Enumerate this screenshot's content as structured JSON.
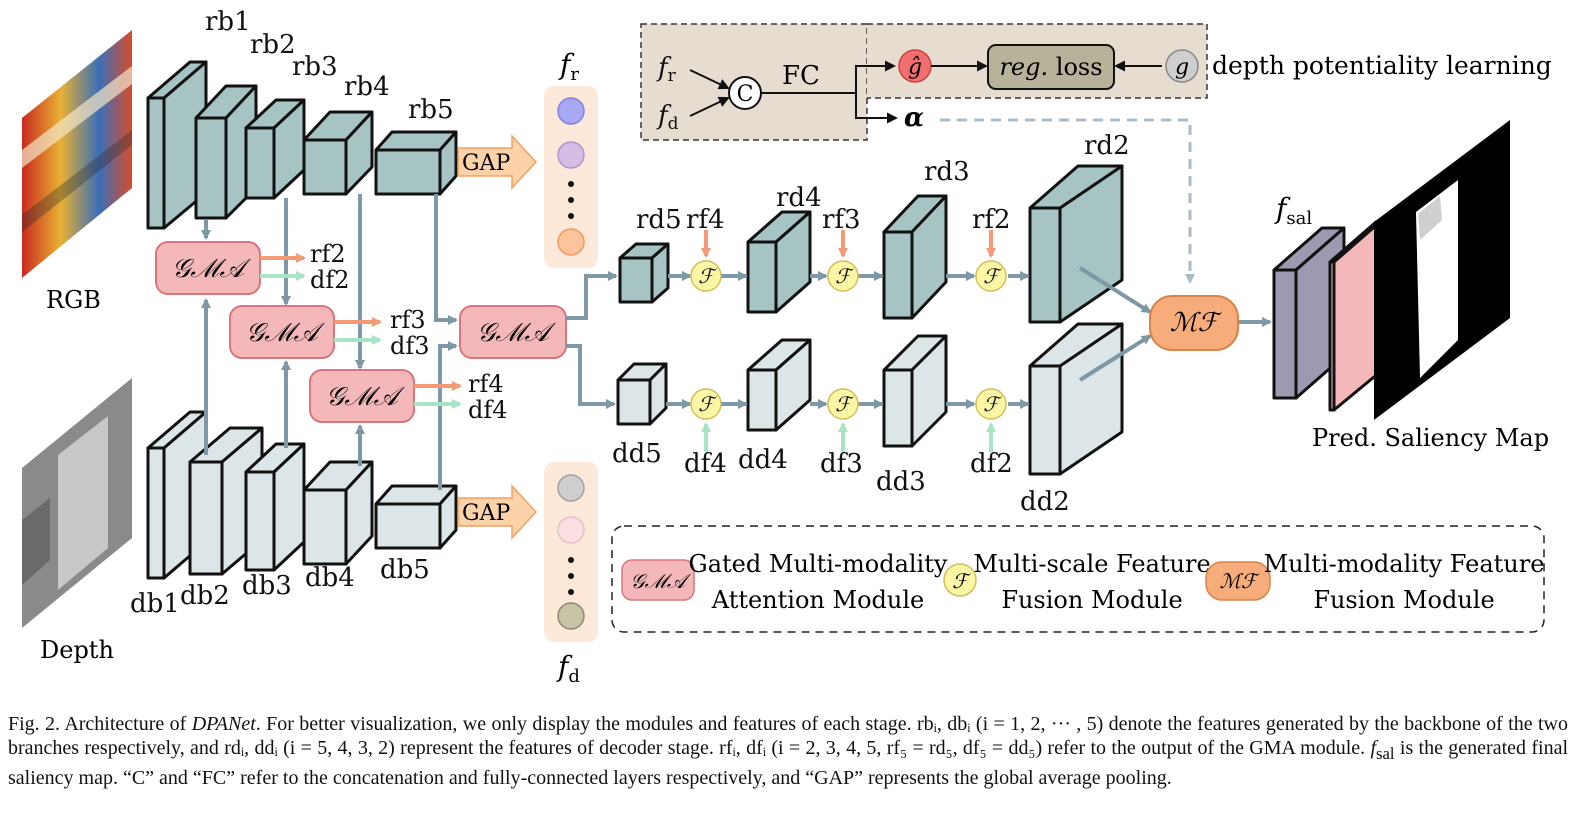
{
  "diagram": {
    "inputs": {
      "rgb_label": "RGB",
      "depth_label": "Depth"
    },
    "rgb_backbone": [
      "rb1",
      "rb2",
      "rb3",
      "rb4",
      "rb5"
    ],
    "depth_backbone": [
      "db1",
      "db2",
      "db3",
      "db4",
      "db5"
    ],
    "gap_label": "GAP",
    "feature_labels": {
      "fr": "f",
      "fr_sub": "r",
      "fd": "f",
      "fd_sub": "d",
      "fsal": "f",
      "fsal_sub": "sal"
    },
    "gma_label": "𝒢ℳ𝒜",
    "fusion_label": "ℱ",
    "mf_label": "ℳℱ",
    "gma_outputs": [
      {
        "r": "rf2",
        "d": "df2"
      },
      {
        "r": "rf3",
        "d": "df3"
      },
      {
        "r": "rf4",
        "d": "df4"
      }
    ],
    "rgb_decoder": [
      "rd5",
      "rd4",
      "rd3",
      "rd2"
    ],
    "depth_decoder": [
      "dd5",
      "dd4",
      "dd3",
      "dd2"
    ],
    "rgb_fusion_inputs": [
      "rf4",
      "rf3",
      "rf2"
    ],
    "depth_fusion_inputs": [
      "df4",
      "df3",
      "df2"
    ],
    "depth_learning": {
      "fr": "f",
      "fr_sub": "r",
      "fd": "f",
      "fd_sub": "d",
      "concat": "C",
      "fc": "FC",
      "g_hat": "ĝ",
      "loss_reg": "reg.",
      "loss_word": "loss",
      "g": "g",
      "alpha": "α",
      "title": "depth potentiality learning"
    },
    "output_label": "Pred. Saliency Map",
    "legend": {
      "gma_line1": "Gated Multi-modality",
      "gma_line2": "Attention Module",
      "f_line1": "Multi-scale Feature",
      "f_line2": "Fusion Module",
      "mf_line1": "Multi-modality Feature",
      "mf_line2": "Fusion Module"
    },
    "colors": {
      "rgb_block": "#a7c4c5",
      "depth_block": "#dce5e8",
      "gma": "#f4b8bb",
      "fusion": "#fbf5a6",
      "mf": "#f7ad7b",
      "arrow": "#7f98a6",
      "orange_arrow": "#f49a74",
      "green_arrow": "#a8e5c5",
      "gap": "#fcd2a9",
      "panel": "#e6ddd0"
    }
  },
  "caption": {
    "p1": "Fig. 2.  Architecture of ",
    "p1_name": "DPANet",
    "p2": ". For better visualization, we only display the modules and features of each stage. rbᵢ, dbᵢ (i = 1, 2, ··· , 5) denote the features generated by the backbone of the two branches respectively, and rdᵢ, ddᵢ (i = 5, 4, 3, 2) represent the features of decoder stage. rfᵢ, dfᵢ (i = 2, 3, 4, 5, rf₅ = rd₅, df₅ = dd₅) refer to the output of the GMA module. ",
    "p3": " is the generated final saliency map. “C” and “FC” refer to the concatenation and fully-connected layers respectively, and “GAP” represents the global average pooling.",
    "fsal": "f",
    "fsal_sub": "sal"
  }
}
